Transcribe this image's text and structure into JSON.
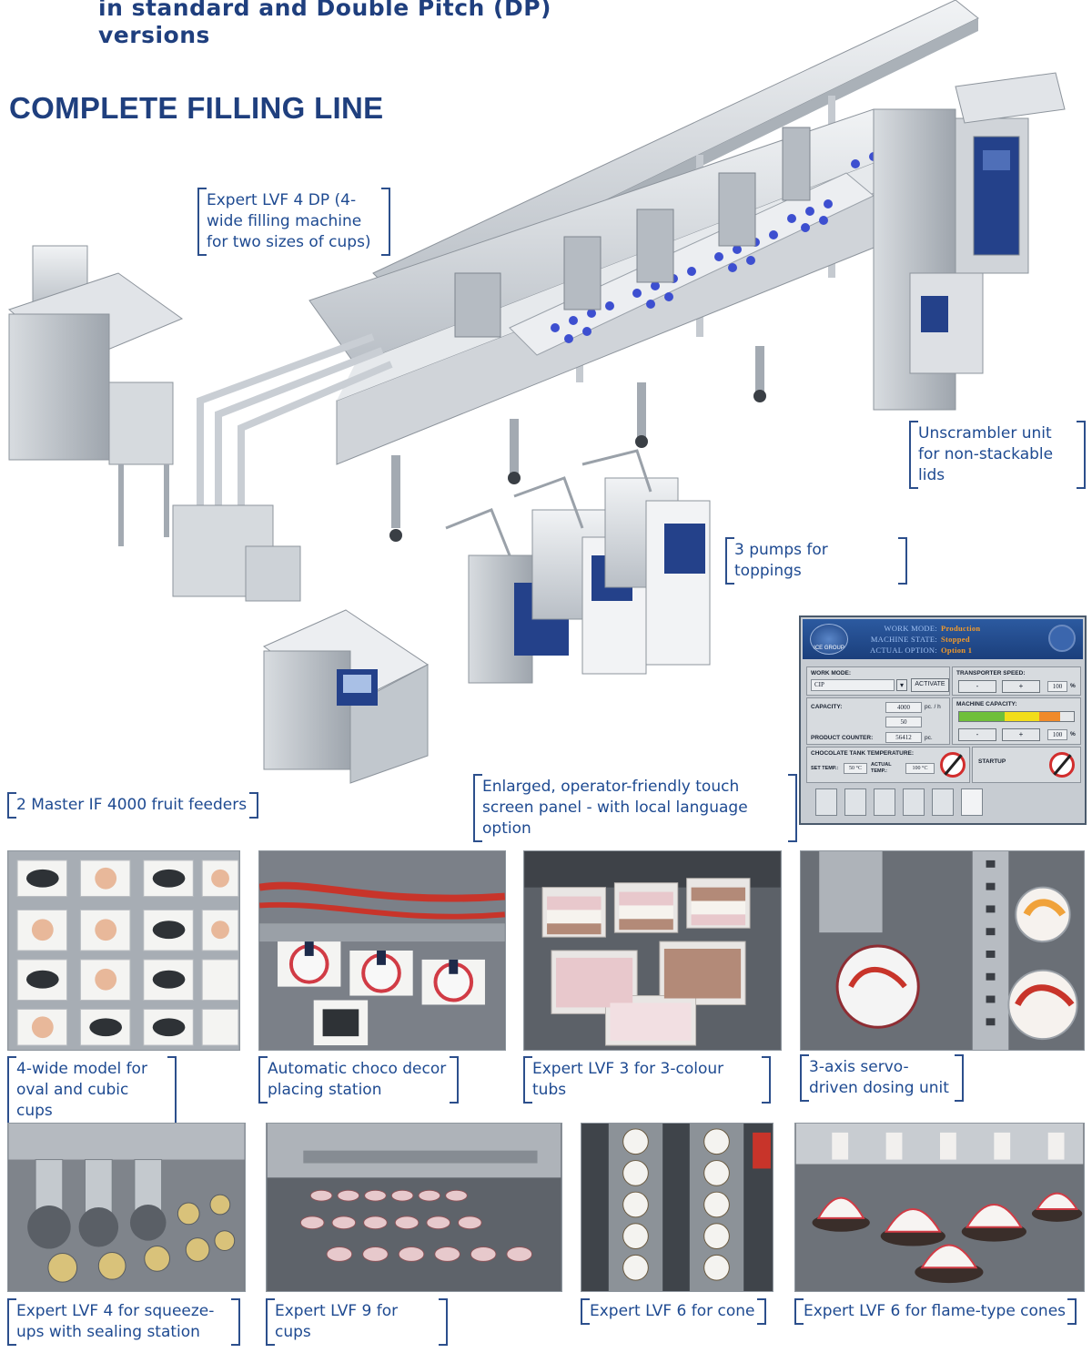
{
  "header": {
    "subtitle": "in standard and Double Pitch (DP) versions",
    "title": "COMPLETE FILLING LINE"
  },
  "callouts": {
    "lvf4dp": "Expert LVF 4 DP (4-wide filling machine for two sizes of cups)",
    "unscrambler": "Unscrambler unit for non-stackable lids",
    "pumps": "3 pumps for toppings",
    "feeders": "2 Master IF 4000 fruit feeders",
    "touchscreen": "Enlarged, operator-friendly touch screen panel - with local language option"
  },
  "panel": {
    "logo": "ICE GROUP",
    "work_mode_key": "WORK MODE:",
    "work_mode_val": "Production",
    "machine_state_key": "MACHINE STATE:",
    "machine_state_val": "Stopped",
    "actual_option_key": "ACTUAL OPTION:",
    "actual_option_val": "Option 1",
    "work_mode_label": "WORK MODE:",
    "work_mode_select": "CIP",
    "activate": "ACTIVATE",
    "transporter_speed": "TRANSPORTER SPEED:",
    "minus": "-",
    "plus": "+",
    "speed_value": "100",
    "percent": "%",
    "capacity_label": "CAPACITY:",
    "capacity_value": "4000",
    "capacity_unit": "pc. / h",
    "capacity_second": "50",
    "machine_capacity": "MACHINE CAPACITY:",
    "machine_capacity_value": "100",
    "product_counter_label": "PRODUCT COUNTER:",
    "product_counter_value": "56412",
    "product_counter_unit": "pc.",
    "choco_label": "CHOCOLATE TANK TEMPERATURE:",
    "set_temp_label": "SET TEMP.:",
    "set_temp_value": "50 °C",
    "actual_temp_label": "ACTUAL TEMP.:",
    "actual_temp_value": "100 °C",
    "startup": "STARTUP"
  },
  "captions": {
    "c1": "4-wide model for oval and cubic cups",
    "c2": "Automatic choco decor placing station",
    "c3": "Expert LVF 3 for 3-colour tubs",
    "c4": "3-axis servo-driven dosing unit",
    "c5": "Expert LVF 4 for squeeze-ups with sealing station",
    "c6": "Expert LVF 9 for cups",
    "c7": "Expert LVF 6 for cone",
    "c8": "Expert LVF 6 for flame-type cones"
  },
  "colors": {
    "brand_blue": "#1f3f7e",
    "callout_text": "#1e4a91",
    "cup_blue": "#3d4fd0"
  }
}
